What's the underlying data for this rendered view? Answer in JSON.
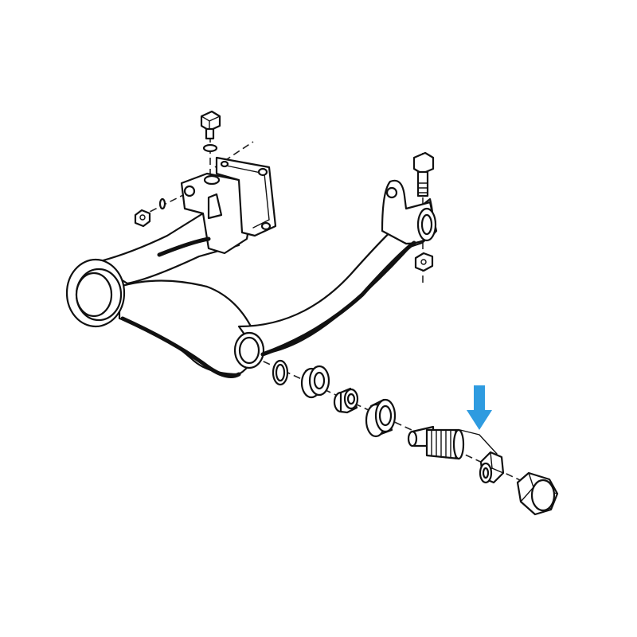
{
  "diagram": {
    "highlight_color": "#2e9be0",
    "ink_color": "#111111",
    "background": "#ffffff",
    "parts": [
      "swingarm",
      "mounting-flange",
      "flange-bolt",
      "flange-washer",
      "flange-nut",
      "pivot-pin-bolt",
      "pivot-nut",
      "circlip",
      "ball-bearing",
      "spacer-sleeve",
      "bearing-race",
      "threaded-pivot-pin",
      "lock-nut",
      "cap-nut"
    ],
    "highlighted_part": "lock-nut",
    "indicator_icon": "down-arrow-icon"
  }
}
